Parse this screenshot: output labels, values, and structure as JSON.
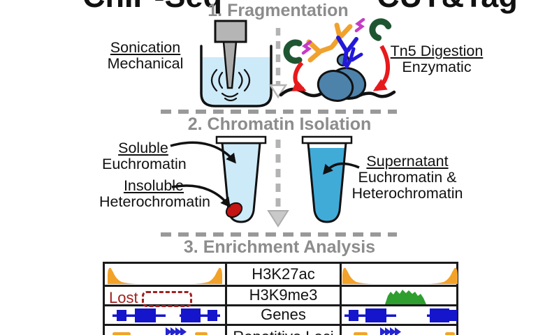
{
  "titles": {
    "left": "ChIP-Seq",
    "right": "CUT&Tag"
  },
  "steps": {
    "s1": "1. Fragmentation",
    "s2": "2. Chromatin Isolation",
    "s3": "3. Enrichment Analysis"
  },
  "fragmentation": {
    "sonication_title": "Sonication",
    "sonication_sub": "Mechanical",
    "tn5_title": "Tn5 Digestion",
    "tn5_sub": "Enzymatic"
  },
  "isolation": {
    "soluble_title": "Soluble",
    "soluble_sub": "Euchromatin",
    "insoluble_title": "Insoluble",
    "insoluble_sub": "Heterochromatin",
    "supernatant_title": "Supernatant",
    "supernatant_sub1": "Euchromatin &",
    "supernatant_sub2": "Heterochromatin"
  },
  "enrichment": {
    "lost": "Lost",
    "rows": [
      "H3K27ac",
      "H3K9me3",
      "Genes",
      "Repetitive Loci"
    ],
    "chip_column": [
      "two flanking orange peaks",
      "signal lost (dashed outline)",
      "two gene models",
      "repeat arrows"
    ],
    "cuttag_column": [
      "two flanking orange peaks",
      "broad green domain",
      "two gene models",
      "repeat arrows"
    ]
  },
  "colors": {
    "section_title_gray": "#8c8c8c",
    "orange_peak": "#f2a229",
    "green_peak": "#2e9e2e",
    "gene_blue": "#1515cc",
    "lost_red": "#a22020",
    "pellet_red": "#c41414",
    "light_blue_liquid": "#cdeaf8",
    "medium_blue_liquid": "#41abd8",
    "red_arrow": "#e8191c",
    "dashed_gray": "#999999"
  }
}
